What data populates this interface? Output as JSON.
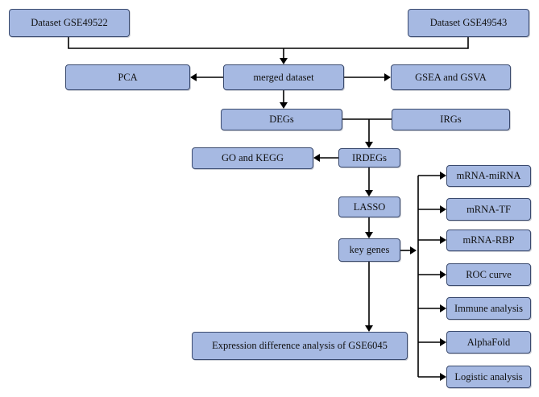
{
  "nodes": {
    "dataset_a": "Dataset GSE49522",
    "dataset_b": "Dataset GSE49543",
    "pca": "PCA",
    "merged": "merged dataset",
    "gsea": "GSEA and GSVA",
    "degs": "DEGs",
    "irgs": "IRGs",
    "go_kegg": "GO and KEGG",
    "irdegs": "IRDEGs",
    "lasso": "LASSO",
    "key_genes": "key genes",
    "expression": "Expression difference analysis of GSE6045",
    "mrna_mirna": "mRNA-miRNA",
    "mrna_tf": "mRNA-TF",
    "mrna_rbp": "mRNA-RBP",
    "roc": "ROC curve",
    "immune": "Immune analysis",
    "alphafold": "AlphaFold",
    "logistic": "Logistic analysis"
  },
  "colors": {
    "box_fill": "#a6b9e2",
    "box_border": "#3a4a6e",
    "arrow": "#000000"
  }
}
